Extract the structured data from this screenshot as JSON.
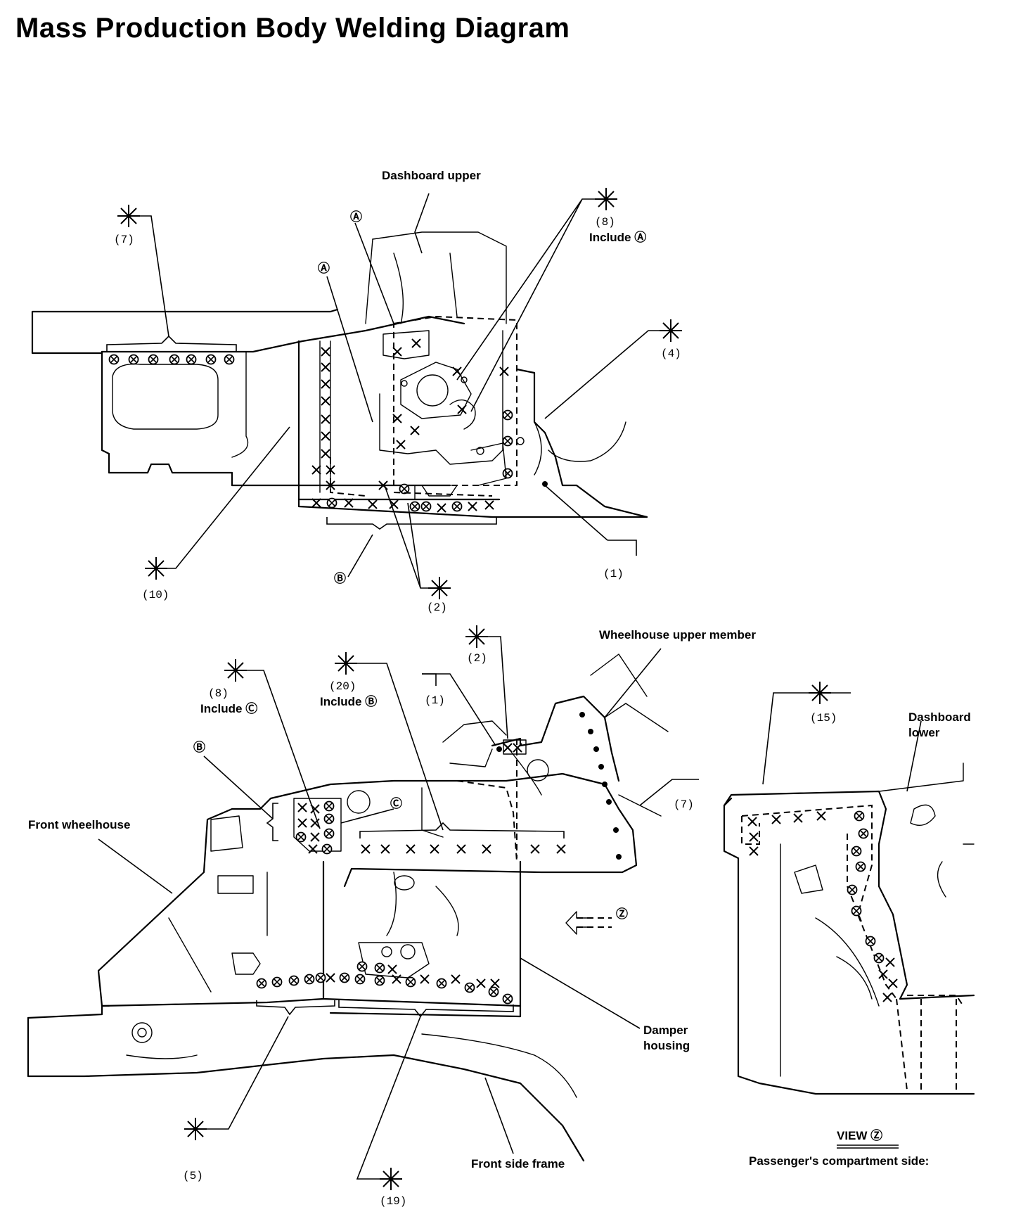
{
  "title": "Mass Production Body Welding Diagram",
  "labels": {
    "dashboard_upper": "Dashboard upper",
    "wheelhouse_upper_member": "Wheelhouse upper member",
    "front_wheelhouse": "Front wheelhouse",
    "dashboard_lower_1": "Dashboard",
    "dashboard_lower_2": "lower",
    "damper_housing_1": "Damper",
    "damper_housing_2": "housing",
    "front_side_frame": "Front side frame",
    "view_z": "VIEW Ⓩ",
    "passenger_side": "Passenger's compartment side:"
  },
  "callouts": {
    "top_7": "(7)",
    "top_8": "(8)",
    "top_8_include": "Include Ⓐ",
    "top_4": "(4)",
    "top_10": "(10)",
    "top_2": "(2)",
    "top_1": "(1)",
    "top_A1": "Ⓐ",
    "top_A2": "Ⓐ",
    "top_B": "Ⓑ",
    "bot_8": "(8)",
    "bot_8_include": "Include Ⓒ",
    "bot_20": "(20)",
    "bot_20_include": "Include Ⓑ",
    "bot_2": "(2)",
    "bot_1": "(1)",
    "bot_7": "(7)",
    "bot_B": "Ⓑ",
    "bot_C": "Ⓒ",
    "bot_5": "(5)",
    "bot_19": "(19)",
    "bot_Z": "Ⓩ",
    "view_15": "(15)"
  }
}
